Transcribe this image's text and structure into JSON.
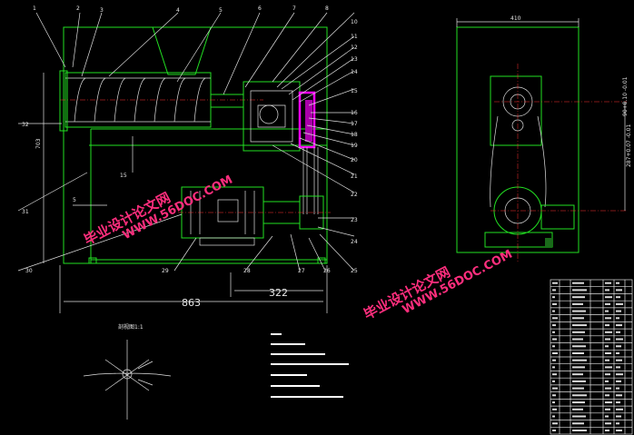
{
  "front_view": {
    "part_numbers": [
      "1",
      "2",
      "3",
      "4",
      "5",
      "6",
      "7",
      "8",
      "10",
      "11",
      "12",
      "13",
      "14",
      "15",
      "16",
      "17",
      "18",
      "19",
      "20",
      "21",
      "22",
      "23",
      "24",
      "25",
      "26",
      "27",
      "28",
      "29",
      "30",
      "31",
      "32"
    ],
    "dim_overall_width": "863",
    "dim_motor_span": "322",
    "dim_height": "703",
    "dim_small_a": "15",
    "dim_small_b": "5"
  },
  "side_view": {
    "dim_top_width": "410",
    "dim_upper": "90+0.10 -0.01",
    "dim_lower": "287+0.07 -0.01"
  },
  "detail_view": {
    "title": "剖视图1:1"
  },
  "watermarks": [
    {
      "line1": "毕业设计论文网",
      "line2": "WWW.56DOC.COM"
    },
    {
      "line1": "毕业设计论文网",
      "line2": "WWW.56DOC.COM"
    }
  ],
  "colors": {
    "outline": "#22e022",
    "detail": "#e0e0e0",
    "highlight": "#ff00ff",
    "watermark": "#ff2e7d",
    "centerline": "#ff3030"
  }
}
